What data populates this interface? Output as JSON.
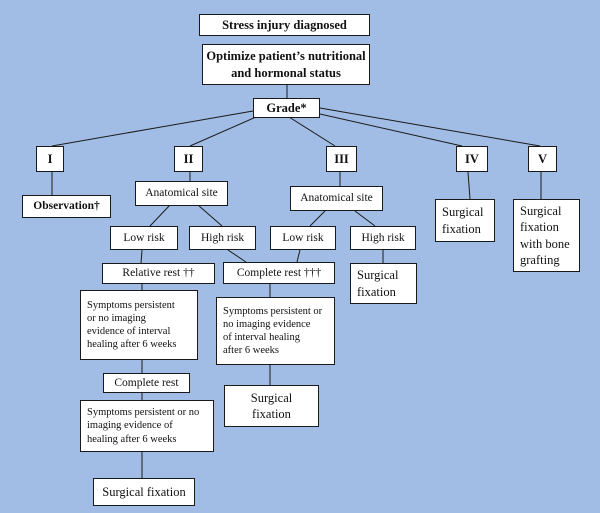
{
  "colors": {
    "background": "#a2bde5",
    "box": "#ffffff",
    "stroke": "#1a1a1a"
  },
  "nodes": {
    "diagnosed": "Stress injury diagnosed",
    "optimize": "Optimize patient’s nutritional\nand hormonal status",
    "grade": "Grade*",
    "grade_1": "I",
    "grade_2": "II",
    "grade_3": "III",
    "grade_4": "IV",
    "grade_5": "V",
    "observation": "Observation†",
    "site_2": "Anatomical site",
    "site_3": "Anatomical site",
    "low_risk_2": "Low risk",
    "high_risk_2": "High risk",
    "low_risk_3": "Low risk",
    "high_risk_3": "High risk",
    "relative_rest": "Relative rest ††",
    "complete_rest_mid": "Complete rest †††",
    "surgical_high_3": "Surgical\nfixation",
    "surgical_4": "Surgical\nfixation",
    "surgical_5": "Surgical\nfixation\nwith bone\ngrafting",
    "symptoms_left": "Symptoms persistent\nor no imaging\nevidence of interval\nhealing after 6 weeks",
    "symptoms_mid": "Symptoms persistent or\nno imaging evidence\nof interval healing\nafter 6 weeks",
    "complete_rest_left": "Complete rest",
    "surgical_mid": "Surgical\nfixation",
    "symptoms_bottom": "Symptoms persistent or no\nimaging evidence of\nhealing after 6 weeks",
    "surgical_bottom": "Surgical fixation"
  },
  "edges": [
    [
      "diagnosed",
      "optimize"
    ],
    [
      "optimize",
      "grade"
    ],
    [
      "grade",
      "grade_1"
    ],
    [
      "grade",
      "grade_2"
    ],
    [
      "grade",
      "grade_3"
    ],
    [
      "grade",
      "grade_4"
    ],
    [
      "grade",
      "grade_5"
    ],
    [
      "grade_1",
      "observation"
    ],
    [
      "grade_2",
      "site_2"
    ],
    [
      "grade_3",
      "site_3"
    ],
    [
      "grade_4",
      "surgical_4"
    ],
    [
      "grade_5",
      "surgical_5"
    ],
    [
      "site_2",
      "low_risk_2"
    ],
    [
      "site_2",
      "high_risk_2"
    ],
    [
      "site_3",
      "low_risk_3"
    ],
    [
      "site_3",
      "high_risk_3"
    ],
    [
      "low_risk_2",
      "relative_rest"
    ],
    [
      "high_risk_2",
      "complete_rest_mid"
    ],
    [
      "low_risk_3",
      "complete_rest_mid"
    ],
    [
      "high_risk_3",
      "surgical_high_3"
    ],
    [
      "relative_rest",
      "symptoms_left"
    ],
    [
      "symptoms_left",
      "complete_rest_left"
    ],
    [
      "complete_rest_left",
      "symptoms_bottom"
    ],
    [
      "symptoms_bottom",
      "surgical_bottom"
    ],
    [
      "complete_rest_mid",
      "symptoms_mid"
    ],
    [
      "symptoms_mid",
      "surgical_mid"
    ]
  ]
}
